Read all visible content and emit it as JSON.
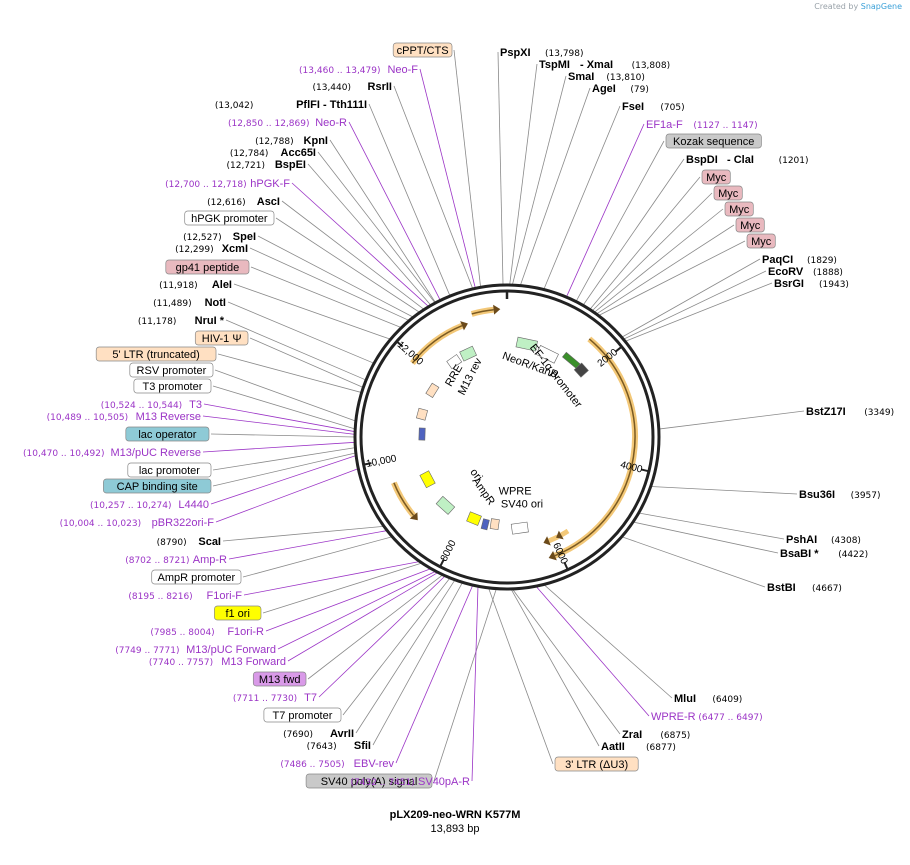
{
  "credit": {
    "prefix": "Created by",
    "brand": "SnapGene"
  },
  "plasmid": {
    "name": "pLX209-neo-WRN K577M",
    "size": "13,893 bp"
  },
  "colors": {
    "primer": "#9b34c6",
    "feature_orange": "#ffe0c2",
    "feature_pink": "#e9b9bf",
    "feature_blue": "#8ecad6",
    "feature_yellow": "#ffff00",
    "feature_purple": "#d99ae8",
    "feature_gray": "#c9c9c9",
    "arrow_orange": "#e8a13a"
  },
  "ticks": [
    "2000",
    "4000",
    "6000",
    "8000",
    "10,000",
    "12,000"
  ],
  "inner_labels": [
    "RRE",
    "M13 rev",
    "NeoR/KanR",
    "EF-1α promoter",
    "ori",
    "AmpR",
    "SV40 ori",
    "WPRE"
  ],
  "right_labels": [
    {
      "kind": "site",
      "name": "PspXI",
      "pos": "(13,798)"
    },
    {
      "kind": "site",
      "name": "TspMI",
      "name2": "XmaI",
      "pos": "(13,808)"
    },
    {
      "kind": "site",
      "name": "SmaI",
      "pos": "(13,810)"
    },
    {
      "kind": "site",
      "name": "AgeI",
      "pos": "(79)"
    },
    {
      "kind": "site",
      "name": "FseI",
      "pos": "(705)"
    },
    {
      "kind": "primer",
      "name": "EF1a-F",
      "pos": "(1127 .. 1147)"
    },
    {
      "kind": "feature",
      "name": "Kozak sequence",
      "color": "#c9c9c9"
    },
    {
      "kind": "site",
      "name": "BspDI",
      "name2": "ClaI",
      "pos": "(1201)"
    },
    {
      "kind": "feature",
      "name": "Myc",
      "color": "#e9b9bf"
    },
    {
      "kind": "feature",
      "name": "Myc",
      "color": "#e9b9bf"
    },
    {
      "kind": "feature",
      "name": "Myc",
      "color": "#e9b9bf"
    },
    {
      "kind": "feature",
      "name": "Myc",
      "color": "#e9b9bf"
    },
    {
      "kind": "feature",
      "name": "Myc",
      "color": "#e9b9bf"
    },
    {
      "kind": "site",
      "name": "PaqCI",
      "pos": "(1829)"
    },
    {
      "kind": "site",
      "name": "EcoRV",
      "pos": "(1888)"
    },
    {
      "kind": "site",
      "name": "BsrGI",
      "pos": "(1943)"
    },
    {
      "kind": "site",
      "name": "BstZ17I",
      "pos": "(3349)"
    },
    {
      "kind": "site",
      "name": "Bsu36I",
      "pos": "(3957)"
    },
    {
      "kind": "site",
      "name": "PshAI",
      "pos": "(4308)"
    },
    {
      "kind": "site",
      "name": "BsaBI *",
      "pos": "(4422)"
    },
    {
      "kind": "site",
      "name": "BstBI",
      "pos": "(4667)"
    },
    {
      "kind": "site",
      "name": "MluI",
      "pos": "(6409)"
    },
    {
      "kind": "primer",
      "name": "WPRE-R",
      "pos": "(6477 .. 6497)"
    },
    {
      "kind": "site",
      "name": "ZraI",
      "pos": "(6875)"
    },
    {
      "kind": "site",
      "name": "AatII",
      "pos": "(6877)"
    },
    {
      "kind": "feature",
      "name": "3' LTR (ΔU3)",
      "color": "#ffe0c2"
    }
  ],
  "left_labels": [
    {
      "kind": "feature",
      "name": "cPPT/CTS",
      "color": "#ffe0c2"
    },
    {
      "kind": "primer",
      "name": "Neo-F",
      "pos": "(13,460 .. 13,479)"
    },
    {
      "kind": "site",
      "name": "RsrII",
      "pos": "(13,440)"
    },
    {
      "kind": "site",
      "name": "PflFI",
      "name2": "Tth111I",
      "pos": "(13,042)"
    },
    {
      "kind": "primer",
      "name": "Neo-R",
      "pos": "(12,850 .. 12,869)"
    },
    {
      "kind": "site",
      "name": "KpnI",
      "pos": "(12,788)"
    },
    {
      "kind": "site",
      "name": "Acc65I",
      "pos": "(12,784)"
    },
    {
      "kind": "site",
      "name": "BspEI",
      "pos": "(12,721)"
    },
    {
      "kind": "primer",
      "name": "hPGK-F",
      "pos": "(12,700 .. 12,718)"
    },
    {
      "kind": "site",
      "name": "AscI",
      "pos": "(12,616)"
    },
    {
      "kind": "feature",
      "name": "hPGK promoter",
      "color": "#ffffff"
    },
    {
      "kind": "site",
      "name": "SpeI",
      "pos": "(12,527)"
    },
    {
      "kind": "site",
      "name": "XcmI",
      "pos": "(12,299)"
    },
    {
      "kind": "feature",
      "name": "gp41 peptide",
      "color": "#e9b9bf"
    },
    {
      "kind": "site",
      "name": "AleI",
      "pos": "(11,918)"
    },
    {
      "kind": "site",
      "name": "NotI",
      "pos": "(11,489)"
    },
    {
      "kind": "site",
      "name": "NruI *",
      "pos": "(11,178)"
    },
    {
      "kind": "feature",
      "name": "HIV-1 Ψ",
      "color": "#ffe0c2"
    },
    {
      "kind": "feature",
      "name": "5' LTR (truncated)",
      "color": "#ffe0c2"
    },
    {
      "kind": "feature",
      "name": "RSV promoter",
      "color": "#ffffff"
    },
    {
      "kind": "feature",
      "name": "T3 promoter",
      "color": "#ffffff"
    },
    {
      "kind": "primer",
      "name": "T3",
      "pos": "(10,524 .. 10,544)"
    },
    {
      "kind": "primer",
      "name": "M13 Reverse",
      "pos": "(10,489 .. 10,505)"
    },
    {
      "kind": "feature",
      "name": "lac operator",
      "color": "#8ecad6"
    },
    {
      "kind": "primer",
      "name": "M13/pUC Reverse",
      "pos": "(10,470 .. 10,492)"
    },
    {
      "kind": "feature",
      "name": "lac promoter",
      "color": "#ffffff"
    },
    {
      "kind": "feature",
      "name": "CAP binding site",
      "color": "#8ecad6"
    },
    {
      "kind": "primer",
      "name": "L4440",
      "pos": "(10,257 .. 10,274)"
    },
    {
      "kind": "primer",
      "name": "pBR322ori-F",
      "pos": "(10,004 .. 10,023)"
    },
    {
      "kind": "site",
      "name": "ScaI",
      "pos": "(8790)"
    },
    {
      "kind": "primer",
      "name": "Amp-R",
      "pos": "(8702 .. 8721)"
    },
    {
      "kind": "feature",
      "name": "AmpR promoter",
      "color": "#ffffff"
    },
    {
      "kind": "primer",
      "name": "F1ori-F",
      "pos": "(8195 .. 8216)"
    },
    {
      "kind": "feature",
      "name": "f1 ori",
      "color": "#ffff00"
    },
    {
      "kind": "primer",
      "name": "F1ori-R",
      "pos": "(7985 .. 8004)"
    },
    {
      "kind": "primer",
      "name": "M13/pUC Forward",
      "pos": "(7749 .. 7771)"
    },
    {
      "kind": "primer",
      "name": "M13 Forward",
      "pos": "(7740 .. 7757)"
    },
    {
      "kind": "feature",
      "name": "M13 fwd",
      "color": "#d99ae8"
    },
    {
      "kind": "primer",
      "name": "T7",
      "pos": "(7711 .. 7730)"
    },
    {
      "kind": "feature",
      "name": "T7 promoter",
      "color": "#ffffff"
    },
    {
      "kind": "site",
      "name": "AvrII",
      "pos": "(7690)"
    },
    {
      "kind": "site",
      "name": "SfiI",
      "pos": "(7643)"
    },
    {
      "kind": "primer",
      "name": "EBV-rev",
      "pos": "(7486 .. 7505)"
    },
    {
      "kind": "feature",
      "name": "SV40 poly(A) signal",
      "color": "#c9c9c9"
    },
    {
      "kind": "primer",
      "name": "SV40pA-R",
      "pos": "(7432 .. 7451)"
    }
  ]
}
